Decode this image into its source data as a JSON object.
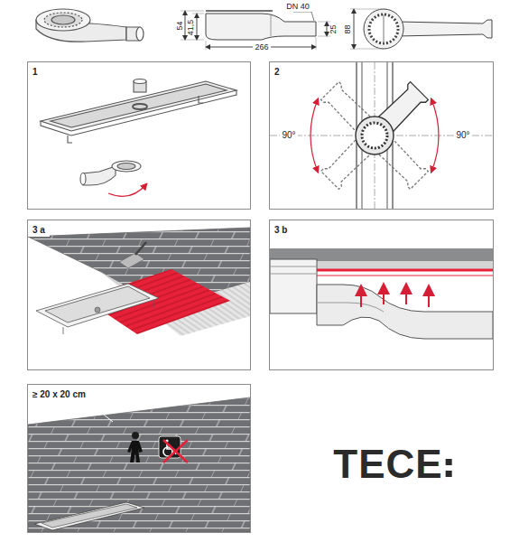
{
  "diagram": {
    "nodes": [
      {
        "text": [
          "1"
        ]
      },
      {
        "text": [
          "2"
        ]
      },
      {
        "text": [
          "3 a"
        ]
      },
      {
        "text": [
          "3 b"
        ]
      },
      {
        "text": [
          "≥ 20 x 20 cm"
        ]
      }
    ],
    "labels": [
      "54",
      "41,5",
      "DN 40",
      "25",
      "266",
      "88",
      "90°",
      "90°",
      "TECE"
    ]
  }
}
